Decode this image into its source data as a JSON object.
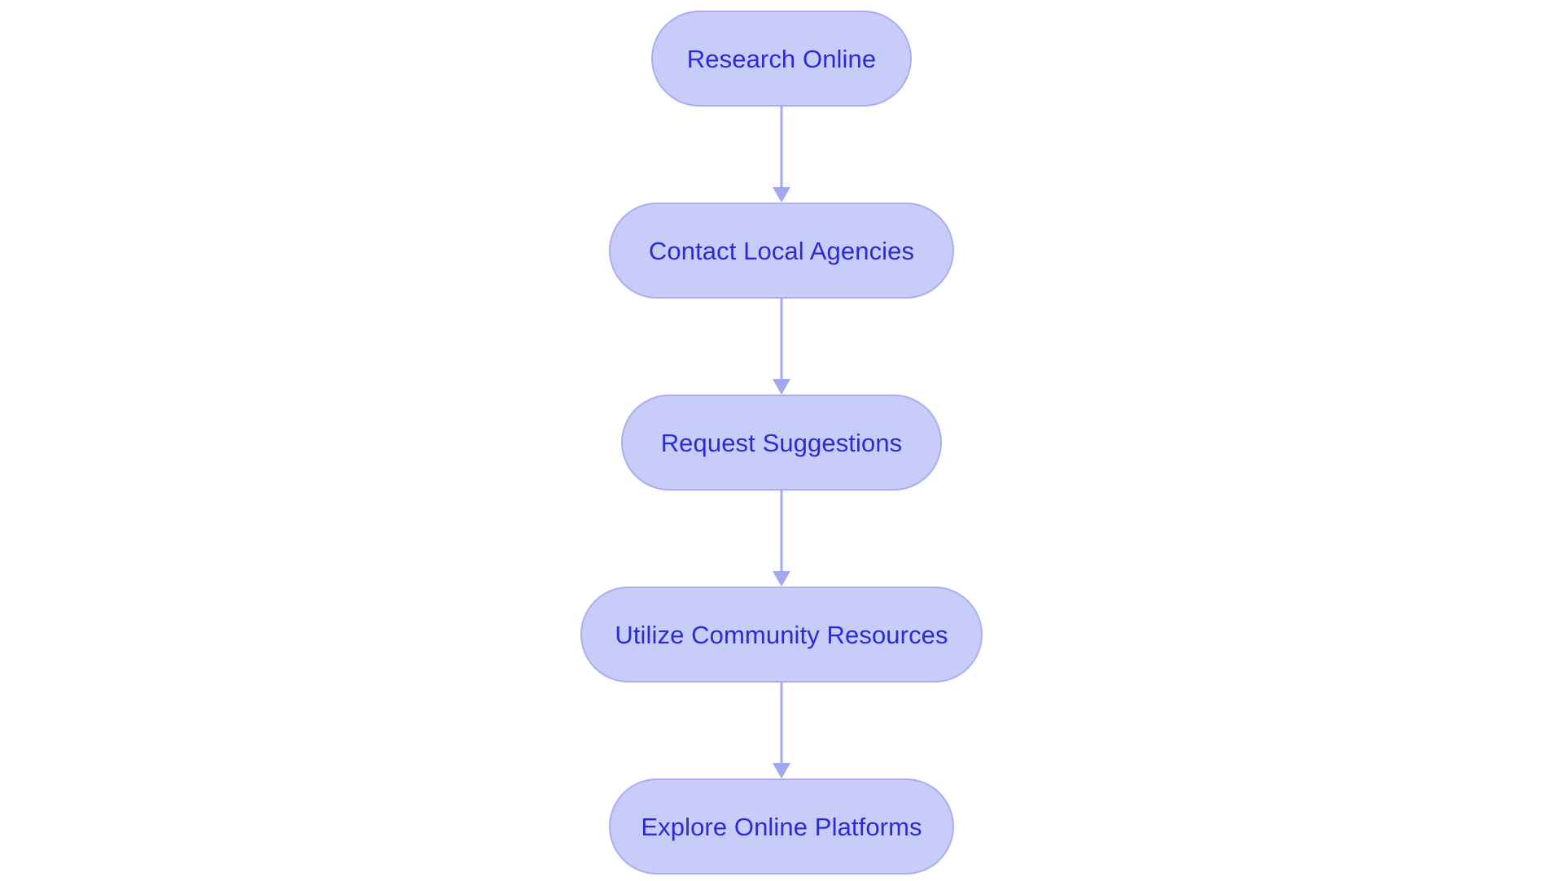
{
  "diagram": {
    "type": "flowchart",
    "orientation": "top-to-bottom",
    "title": "",
    "background_color": "#ffffff",
    "node_fill_color": "#c8ccf8",
    "node_border_color": "#a9afef",
    "node_text_color": "#2b2bd4",
    "connector_color": "#a0a8f2",
    "node_shape": "stadium",
    "nodes": [
      {
        "id": "research-online",
        "label": "Research Online",
        "order": 1
      },
      {
        "id": "contact-local-agencies",
        "label": "Contact Local Agencies",
        "order": 2
      },
      {
        "id": "request-suggestions",
        "label": "Request Suggestions",
        "order": 3
      },
      {
        "id": "utilize-community-resources",
        "label": "Utilize Community Resources",
        "order": 4
      },
      {
        "id": "explore-online-platforms",
        "label": "Explore Online Platforms",
        "order": 5
      }
    ],
    "edges": [
      {
        "from": "research-online",
        "to": "contact-local-agencies",
        "label": "",
        "arrow": "arrow-down-icon"
      },
      {
        "from": "contact-local-agencies",
        "to": "request-suggestions",
        "label": "",
        "arrow": "arrow-down-icon"
      },
      {
        "from": "request-suggestions",
        "to": "utilize-community-resources",
        "label": "",
        "arrow": "arrow-down-icon"
      },
      {
        "from": "utilize-community-resources",
        "to": "explore-online-platforms",
        "label": "",
        "arrow": "arrow-down-icon"
      }
    ]
  }
}
